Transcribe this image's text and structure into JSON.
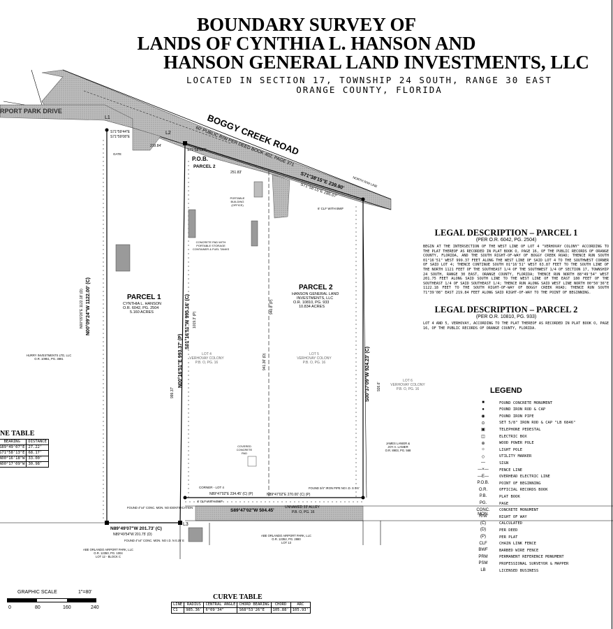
{
  "title": {
    "line1": "BOUNDARY SURVEY OF",
    "line2": "LANDS OF CYNTHIA L. HANSON AND",
    "line3": "HANSON GENERAL LAND INVESTMENTS, LLC",
    "location1": "LOCATED IN SECTION 17, TOWNSHIP 24 SOUTH, RANGE 30 EAST",
    "location2": "ORANGE COUNTY, FLORIDA"
  },
  "map": {
    "road_name": "BOGGY CREEK ROAD",
    "road_sub": "60' PUBLIC R/W PER DEED BOOK 402, PAGE 371",
    "airport_drive": "RPORT PARK DRIVE",
    "pob": "P.O.B.",
    "pob_parcel": "PARCEL 2",
    "north_line": "NORTH R/W LINE",
    "bearing_road_1": "S71°38'15\"E 239.80'",
    "bearing_road_2": "S71°58'15\"E 286.07'",
    "bearing_s71_a": "S71°59'44\"E",
    "bearing_s71_b": "S71°59'08\"E",
    "bearing_s71_c": "S71°58'13\"E",
    "dist_219": "219.84'",
    "dist_251": "251.83'",
    "label_l1": "L1",
    "label_l2": "L2",
    "label_l3": "L3",
    "parcel1_name": "PARCEL 1",
    "parcel1_owner": "CYNTHIA L. HANSON",
    "parcel1_or": "O.R. 6042, PG. 2504",
    "parcel1_acres": "5.160 ACRES",
    "parcel2_name": "PARCEL 2",
    "parcel2_owner1": "HANSON GENERAL LAND",
    "parcel2_owner2": "INVESTMENTS, LLC",
    "parcel2_or": "O.R. 10810, PG. 933",
    "parcel2_acres": "10.834 ACRES",
    "lot4": "LOT 4\nVERHOVAY COLONY\nP.B. O, PG. 16",
    "lot5": "LOT 5\nVERHOVAY COLONY\nP.B. O, PG. 16",
    "lot6": "LOT 6\nVERHOVAY COLONY\nP.B. O, PG. 16",
    "west_bearing": "N00°09'24\"W 1122.00' (C)",
    "west_bearing_p": "N00°09'26\"E 1122.18' (D)",
    "mid_bearing": "S01°16'51\"W 995.16' (C)",
    "mid_bearing_p": "N00°16'51\"E 993.37' (P)",
    "mid_dist": "999.37'",
    "mid_dist2": "1019.3' (P)",
    "lot5_dist": "940.8' (P)",
    "lot5_dist2": "941.36' (D)",
    "east_bearing": "S00°37'09\"W 924.23' (C)",
    "east_dist": "926.6'",
    "south_bearing_1": "N89°49'07\"W 201.73' (C)",
    "south_bearing_1d": "N89°49'54\"W 201.75' (D)",
    "south_bearing_2": "N89°47'02\"E 234.45' (C) (P)",
    "south_bearing_3": "N89°47'02\"E 270.00' (C) (P)",
    "south_bearing_4": "S89°47'02\"W 504.45'",
    "alley": "UNNAMED 33' ALLEY",
    "alley_pb": "P.B. O, PG. 16",
    "corner_lot4": "CORNER - LOT 4",
    "clf_bwf": "4' CLF WITH BWF",
    "clf_bwf2": "6' CLF WITH BWF",
    "found_rod": "FOUND 3/4\" IRON PIPE NO I.D. S 0.6'",
    "found_mon": "FOUND 4\"x4\" CONC. MON. NO IDENTIFICATION",
    "found_mon2": "FOUND 4\"x4\" CONC. MON. NO I.D. N 0.25' E",
    "neighbor_w": "HURRY INVESTMENTS LTD, LLC\nO.R. 10951, PG. 3891",
    "neighbor_e": "JAMES LANIER &\nJOY A. LANIER\nO.R. 8903, PG. 568",
    "neighbor_s1": "ABE ORLANDO AIRPORT PARK, LLC\nO.R. 12350, PG. 1004\nLOT 12 - BLOCK C",
    "neighbor_s2": "ABE ORLANDO AIRPORT PARK, LLC\nO.R. 12352, PG. 2880\nLOT 13",
    "portable": "PORTABLE\nBUILDING\n(OFFICE)",
    "concrete_pad": "CONCRETE PAD WITH\nPORTABLE STORAGE\nCONTAINER & FUEL TANKS",
    "covered_pad": "COVERED\nCONCRETE\nPAD",
    "gate": "GATE"
  },
  "legal": {
    "heading1": "LEGAL DESCRIPTION – PARCEL 1",
    "sub1": "(PER O.R. 6042, PG. 2504)",
    "body1": "BEGIN AT THE INTERSECTION OF THE WEST LINE OF LOT 4 \"VERHOVAY COLONY\" ACCORDING TO THE PLAT THEREOF AS RECORDED IN PLAT BOOK O, PAGE 16, OF THE PUBLIC RECORDS OF ORANGE COUNTY, FLORIDA, AND THE SOUTH RIGHT-OF-WAY OF BOGGY CREEK ROAD; THENCE RUN SOUTH 01°16'51\" WEST 999.37 FEET ALONG THE WEST LINE OF SAID LOT 4 TO THE SOUTHWEST CORNER OF SAID LOT 4; THENCE CONTINUE SOUTH 01°16'51\" WEST 63.87 FEET TO THE SOUTH LINE OF THE NORTH 1121 FEET OF THE SOUTHEAST 1/4 OF THE SOUTHWEST 1/4 OF SECTION 17, TOWNSHIP 24 SOUTH, RANGE 30 EAST, ORANGE COUNTY, FLORIDA; THENCE RUN NORTH 88°49'54\" WEST 201.75 FEET ALONG SAID SOUTH LINE TO THE WEST LINE OF THE EAST 180 FEET OF THE SOUTHEAST 1/4 OF SAID SOUTHEAST 1/4; THENCE RUN ALONG SAID WEST LINE NORTH 00°50'36\"E 1122.18 FEET TO THE SOUTH RIGHT-OF-WAY OF BOGGY CREEK ROAD; THENCE RUN SOUTH 71°39'08\" EAST 219.84 FEET ALONG SAID RIGHT-OF-WAY TO THE POINT OF BEGINNING.",
    "heading2": "LEGAL DESCRIPTION – PARCEL 2",
    "sub2": "(PER O.R. 10810, PG. 933)",
    "body2": "LOT 4 AND 5, VERHOVAY, ACCORDING TO THE PLAT THEREOF AS RECORDED IN PLAT BOOK O, PAGE 16, OF THE PUBLIC RECORDS OF ORANGE COUNTY, FLORIDA."
  },
  "legend": {
    "title": "LEGEND",
    "items": [
      {
        "sym": "■",
        "label": "FOUND CONCRETE MONUMENT"
      },
      {
        "sym": "●",
        "label": "FOUND IRON ROD & CAP"
      },
      {
        "sym": "◉",
        "label": "FOUND IRON PIPE"
      },
      {
        "sym": "⊙",
        "label": "SET 5/8\" IRON ROD & CAP \"LB 6846\""
      },
      {
        "sym": "▣",
        "label": "TELEPHONE PEDESTAL"
      },
      {
        "sym": "◫",
        "label": "ELECTRIC BOX"
      },
      {
        "sym": "⊕",
        "label": "WOOD POWER POLE"
      },
      {
        "sym": "☼",
        "label": "LIGHT POLE"
      },
      {
        "sym": "◇",
        "label": "UTILITY MARKER"
      },
      {
        "sym": "—",
        "label": "SIGN"
      },
      {
        "sym": "—×—",
        "label": "FENCE LINE"
      },
      {
        "sym": "—E—",
        "label": "OVERHEAD ELECTRIC LINE"
      },
      {
        "sym": "P.O.B.",
        "label": "POINT OF BEGINNING"
      },
      {
        "sym": "O.R.",
        "label": "OFFICIAL RECORDS BOOK"
      },
      {
        "sym": "P.B.",
        "label": "PLAT BOOK"
      },
      {
        "sym": "PG.",
        "label": "PAGE"
      },
      {
        "sym": "CONC. MON.",
        "label": "CONCRETE MONUMENT"
      },
      {
        "sym": "R/W",
        "label": "RIGHT OF WAY"
      },
      {
        "sym": "(C)",
        "label": "CALCULATED"
      },
      {
        "sym": "(D)",
        "label": "PER DEED"
      },
      {
        "sym": "(P)",
        "label": "PER PLAT"
      },
      {
        "sym": "CLF",
        "label": "CHAIN LINK FENCE"
      },
      {
        "sym": "BWF",
        "label": "BARBED WIRE FENCE"
      },
      {
        "sym": "PRM",
        "label": "PERMANENT REFERENCE MONUMENT"
      },
      {
        "sym": "PSM",
        "label": "PROFESSIONAL SURVEYOR & MAPPER"
      },
      {
        "sym": "LB",
        "label": "LICENSED BUSINESS"
      }
    ]
  },
  "line_table": {
    "title": "NE TABLE",
    "headers": [
      "BEARING",
      "DISTANCE"
    ],
    "rows": [
      [
        "S89°49'07\"E",
        "27.22'"
      ],
      [
        "S71°58'13\"E",
        "68.17'"
      ],
      [
        "N00°16'18\"W",
        "33.00'"
      ],
      [
        "N00°17'09\"W",
        "30.98'"
      ]
    ]
  },
  "curve_table": {
    "title": "CURVE TABLE",
    "headers": [
      "LINE",
      "RADIUS",
      "CENTRAL ANGLE",
      "CHORD BEARING",
      "CHORD",
      "ARC"
    ],
    "rows": [
      [
        "C1",
        "985.36'",
        "6°09'34\"",
        "S68°53'26\"E",
        "105.88'",
        "105.93'"
      ]
    ]
  },
  "scale": {
    "label": "GRAPHIC SCALE",
    "ratio": "1\"=80'",
    "ticks": [
      "0",
      "80",
      "160",
      "240"
    ]
  }
}
